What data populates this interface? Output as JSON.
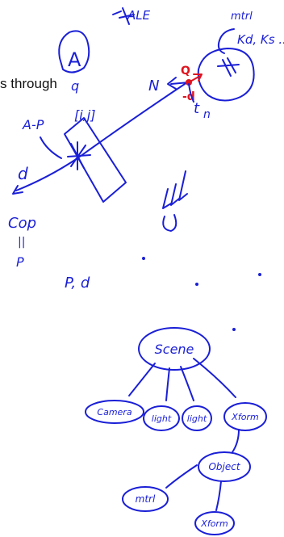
{
  "slide": {
    "printed_text": "s through"
  },
  "colors": {
    "ink_blue": "#1a1fd6",
    "ink_red": "#e0141e",
    "text_black": "#111111",
    "background": "#ffffff"
  },
  "sketch": {
    "top_note": "ALE",
    "node_a": "A",
    "node_a_sub": "q",
    "index_label": "[i,j]",
    "vector_label": "A-P",
    "direction_label": "d",
    "cop_label": "Cop",
    "equals_sign": "||",
    "point_label": "P",
    "params_label": "P, d",
    "normal_label": "N",
    "hit_label": "Q",
    "neg_d_label": "-d",
    "t_label": "t",
    "t_sub": "n",
    "material_title": "mtrl",
    "material_params": "Kd, Ks ..."
  },
  "scene_graph": {
    "root": "Scene",
    "camera": "Camera",
    "light_1": "light",
    "light_2": "light",
    "xform": "Xform",
    "object": "Object",
    "material": "mtrl",
    "xform_child": "Xform"
  }
}
